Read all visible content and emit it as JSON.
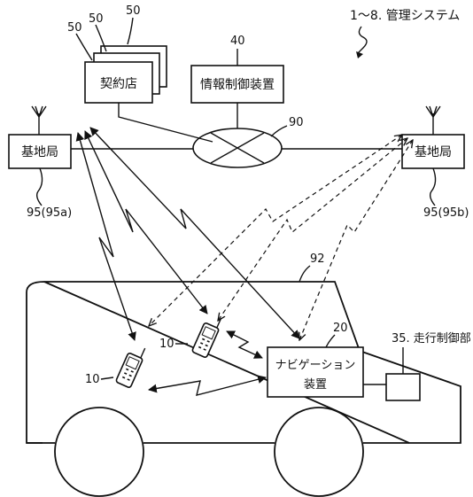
{
  "system_label": "1～8. 管理システム",
  "nodes": {
    "contract_store": {
      "label": "契約店",
      "refs": [
        "50",
        "50",
        "50"
      ]
    },
    "info_control": {
      "label": "情報制御装置",
      "ref": "40"
    },
    "network": {
      "ref": "90"
    },
    "base_station_left": {
      "label": "基地局",
      "ref": "95(95a)"
    },
    "base_station_right": {
      "label": "基地局",
      "ref": "95(95b)"
    },
    "vehicle": {
      "ref": "92"
    },
    "navigation": {
      "label_line1": "ナビゲーション",
      "label_line2": "装置",
      "ref": "20"
    },
    "drive_control": {
      "label": "35. 走行制御部"
    },
    "phone_left": {
      "ref": "10"
    },
    "phone_center": {
      "ref": "10"
    }
  }
}
